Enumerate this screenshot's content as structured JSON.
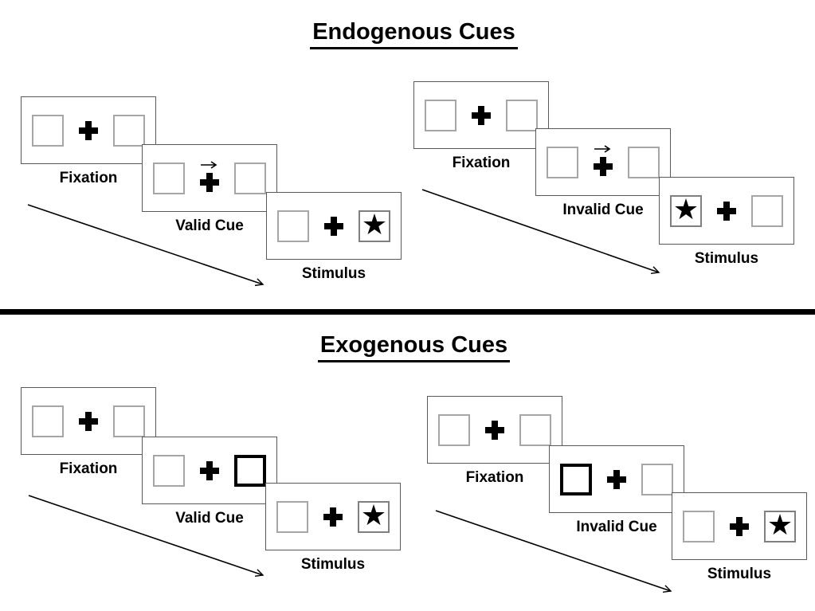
{
  "diagram": {
    "sections": [
      {
        "title": "Endogenous Cues",
        "sequences": [
          {
            "type": "valid",
            "panels": [
              {
                "label": "Fixation"
              },
              {
                "label": "Valid Cue"
              },
              {
                "label": "Stimulus"
              }
            ]
          },
          {
            "type": "invalid",
            "panels": [
              {
                "label": "Fixation"
              },
              {
                "label": "Invalid Cue"
              },
              {
                "label": "Stimulus"
              }
            ]
          }
        ]
      },
      {
        "title": "Exogenous Cues",
        "sequences": [
          {
            "type": "valid",
            "panels": [
              {
                "label": "Fixation"
              },
              {
                "label": "Valid Cue"
              },
              {
                "label": "Stimulus"
              }
            ]
          },
          {
            "type": "invalid",
            "panels": [
              {
                "label": "Fixation"
              },
              {
                "label": "Invalid Cue"
              },
              {
                "label": "Stimulus"
              }
            ]
          }
        ]
      }
    ],
    "glyphs": {
      "star": "★"
    },
    "colors": {
      "ink": "#000000",
      "panel_border": "#595959",
      "square_border": "#a6a6a6",
      "background": "#ffffff"
    }
  }
}
